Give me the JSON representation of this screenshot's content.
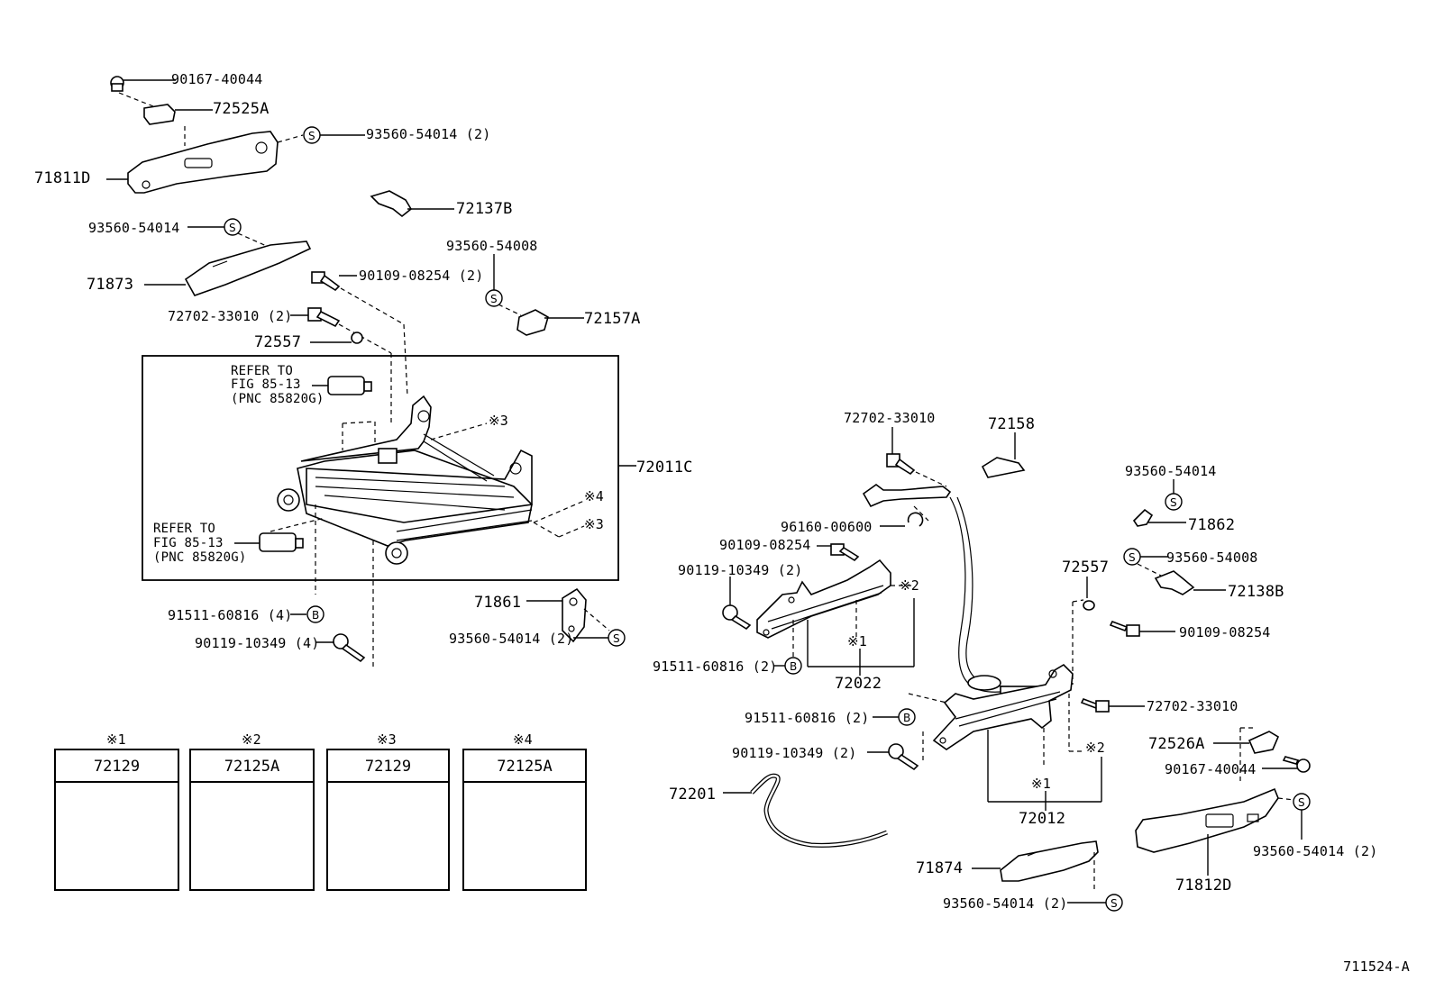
{
  "labels": {
    "p90167_40044_a": "90167-40044",
    "p72525A": "72525A",
    "p93560_54014_2_a": "93560-54014 (2)",
    "p71811D": "71811D",
    "p72137B": "72137B",
    "p93560_54014_a": "93560-54014",
    "p93560_54008_a": "93560-54008",
    "p71873": "71873",
    "p90109_08254_2": "90109-08254 (2)",
    "p72702_33010_2": "72702-33010 (2)",
    "p72157A": "72157A",
    "p72557_a": "72557",
    "refer1_line1": "REFER TO",
    "refer1_line2": "FIG 85-13",
    "refer1_line3": "(PNC 85820G)",
    "refer2_line1": "REFER TO",
    "refer2_line2": "FIG 85-13",
    "refer2_line3": "(PNC 85820G)",
    "mark3_a": "※3",
    "p72011C": "72011C",
    "mark4_a": "※4",
    "mark3_b": "※3",
    "p91511_60816_4": "91511-60816 (4)",
    "p90119_10349_4": "90119-10349 (4)",
    "p71861": "71861",
    "p93560_54014_2_b": "93560-54014 (2)",
    "p72702_33010_a": "72702-33010",
    "p72158": "72158",
    "p93560_54014_b": "93560-54014",
    "p71862": "71862",
    "p96160_00600": "96160-00600",
    "p90109_08254_a": "90109-08254",
    "p93560_54008_b": "93560-54008",
    "p90119_10349_2_a": "90119-10349 (2)",
    "mark2_a": "※2",
    "p72557_b": "72557",
    "p72138B": "72138B",
    "mark1_a": "※1",
    "p90109_08254_b": "90109-08254",
    "p91511_60816_2_a": "91511-60816 (2)",
    "p72022": "72022",
    "p72702_33010_b": "72702-33010",
    "p91511_60816_2_b": "91511-60816 (2)",
    "p72526A": "72526A",
    "p90119_10349_2_b": "90119-10349 (2)",
    "mark2_b": "※2",
    "p90167_40044_b": "90167-40044",
    "p72201": "72201",
    "mark1_b": "※1",
    "p72012": "72012",
    "p93560_54014_2_c": "93560-54014 (2)",
    "p71874": "71874",
    "p71812D": "71812D",
    "p93560_54014_2_d": "93560-54014 (2)",
    "figure_id": "711524-A"
  },
  "circle_codes": {
    "S": "S",
    "B": "B"
  },
  "legend": [
    {
      "mark": "※1",
      "part": "72129"
    },
    {
      "mark": "※2",
      "part": "72125A"
    },
    {
      "mark": "※3",
      "part": "72129"
    },
    {
      "mark": "※4",
      "part": "72125A"
    }
  ]
}
